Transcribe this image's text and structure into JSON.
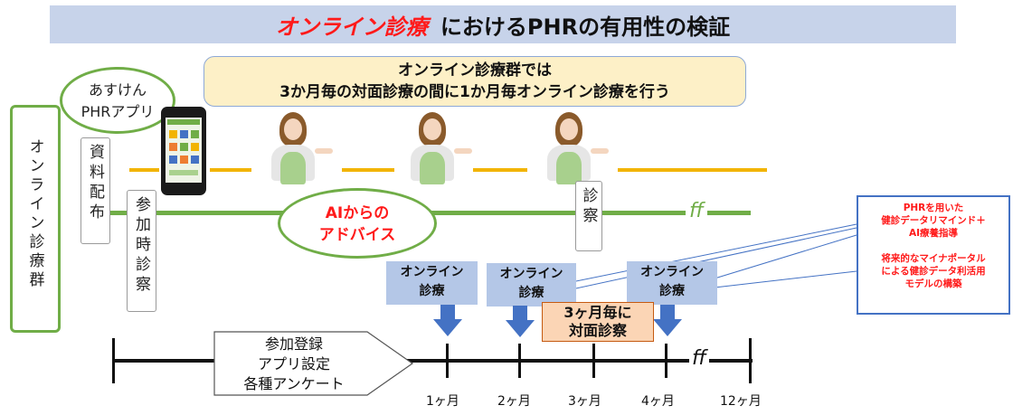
{
  "title": {
    "red": "オンライン診療",
    "black": "におけるPHRの有用性の検証"
  },
  "banner": {
    "line1": "オンライン診療群では",
    "line2": "3か月毎の対面診療の間に1か月毎オンライン診療を行う"
  },
  "app_bubble": {
    "line1": "あすけん",
    "line2": "PHRアプリ"
  },
  "group_label": "オンライン診療群",
  "handout": "資料配布",
  "enroll_visit": "参加時診察",
  "exam": "診察",
  "ai_bubble": {
    "line1": "AIからの",
    "line2": "アドバイス"
  },
  "break_mark": "ff",
  "online_boxes": [
    {
      "line1": "オンライン",
      "line2": "診療"
    },
    {
      "line1": "オンライン",
      "line2": "診療"
    },
    {
      "line1": "オンライン",
      "line2": "診療"
    }
  ],
  "face_box": {
    "line1": "3ヶ月毎に",
    "line2": "対面診察"
  },
  "pentagon": {
    "line1": "参加登録",
    "line2": "アプリ設定",
    "line3": "各種アンケート"
  },
  "months": [
    "1ヶ月",
    "2ヶ月",
    "3ヶ月",
    "4ヶ月",
    "12ヶ月"
  ],
  "note_box": {
    "line1": "PHRを用いた",
    "line2": "健診データリマインド＋",
    "line3": "AI療養指導",
    "line4": "将来的なマイナポータル",
    "line5": "による健診データ利活用",
    "line6": "モデルの構築"
  },
  "colors": {
    "green": "#70ad47",
    "orange": "#f2b400",
    "blue": "#4472c4",
    "light_blue": "#b4c7e7",
    "red": "#ff1a1a"
  }
}
